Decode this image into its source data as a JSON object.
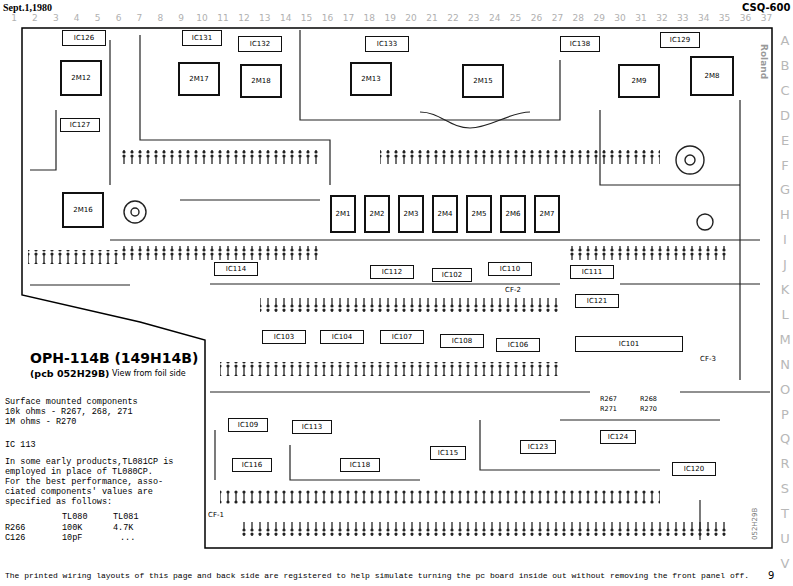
{
  "diagram": {
    "title": "OPH-114B (149H14B)",
    "nodes": [
      {
        "text": [
          "IC126"
        ]
      },
      {
        "text": [
          "IC131"
        ]
      },
      {
        "text": [
          "IC132"
        ]
      },
      {
        "text": [
          "IC133"
        ]
      },
      {
        "text": [
          "IC138"
        ]
      },
      {
        "text": [
          "IC129"
        ]
      },
      {
        "text": [
          "2M12"
        ]
      },
      {
        "text": [
          "2M17"
        ]
      },
      {
        "text": [
          "2M18"
        ]
      },
      {
        "text": [
          "2M13"
        ]
      },
      {
        "text": [
          "2M15"
        ]
      },
      {
        "text": [
          "2M9"
        ]
      },
      {
        "text": [
          "2M8"
        ]
      },
      {
        "text": [
          "IC127"
        ]
      },
      {
        "text": [
          "2M16"
        ]
      },
      {
        "text": [
          "2M1"
        ]
      },
      {
        "text": [
          "2M2"
        ]
      },
      {
        "text": [
          "2M3"
        ]
      },
      {
        "text": [
          "2M4"
        ]
      },
      {
        "text": [
          "2M5"
        ]
      },
      {
        "text": [
          "2M6"
        ]
      },
      {
        "text": [
          "2M7"
        ]
      },
      {
        "text": [
          "IC114"
        ]
      },
      {
        "text": [
          "IC112"
        ]
      },
      {
        "text": [
          "IC102"
        ]
      },
      {
        "text": [
          "IC110"
        ]
      },
      {
        "text": [
          "IC111"
        ]
      },
      {
        "text": [
          "IC121"
        ]
      },
      {
        "text": [
          "IC103"
        ]
      },
      {
        "text": [
          "IC104"
        ]
      },
      {
        "text": [
          "IC107"
        ]
      },
      {
        "text": [
          "IC108"
        ]
      },
      {
        "text": [
          "IC106"
        ]
      },
      {
        "text": [
          "IC101"
        ]
      },
      {
        "text": [
          "IC109"
        ]
      },
      {
        "text": [
          "IC113"
        ]
      },
      {
        "text": [
          "IC115"
        ]
      },
      {
        "text": [
          "IC123"
        ]
      },
      {
        "text": [
          "IC124"
        ]
      },
      {
        "text": [
          "IC116"
        ]
      },
      {
        "text": [
          "IC118"
        ]
      },
      {
        "text": [
          "IC120"
        ]
      }
    ],
    "labels": [
      "Sept.1,1980",
      "CSQ-600",
      "1",
      "2",
      "3",
      "4",
      "5",
      "6",
      "7",
      "8",
      "9",
      "10",
      "11",
      "12",
      "13",
      "14",
      "15",
      "16",
      "17",
      "18",
      "19",
      "20",
      "21",
      "22",
      "23",
      "24",
      "25",
      "26",
      "27",
      "28",
      "29",
      "30",
      "31",
      "32",
      "33",
      "34",
      "35",
      "36",
      "37",
      "A",
      "B",
      "C",
      "D",
      "E",
      "F",
      "G",
      "H",
      "I",
      "J",
      "K",
      "L",
      "M",
      "N",
      "O",
      "P",
      "Q",
      "R",
      "S",
      "T",
      "U",
      "V",
      "Roland",
      "(pcb 052H29B)",
      "View from foil side",
      "Surface mounted components",
      "10k ohms - R267, 268, 271",
      "1M ohms - R270",
      "IC 113",
      "In some early products,TL081CP is",
      "employed in place of TL080CP.",
      "For the best performance, asso-",
      "ciated components' values are",
      "specified as follows:",
      "TL080",
      "TL081",
      "R266",
      "100K",
      "4.7K",
      "C126",
      "10pF",
      "...",
      "The printed wiring layouts of this page and back side are registered to help simulate turning the pc board inside out without removing the front panel off.",
      "9",
      "052H29B",
      "CF-1",
      "CF-2",
      "CF-3",
      "R267",
      "R268",
      "R271",
      "R270"
    ]
  }
}
